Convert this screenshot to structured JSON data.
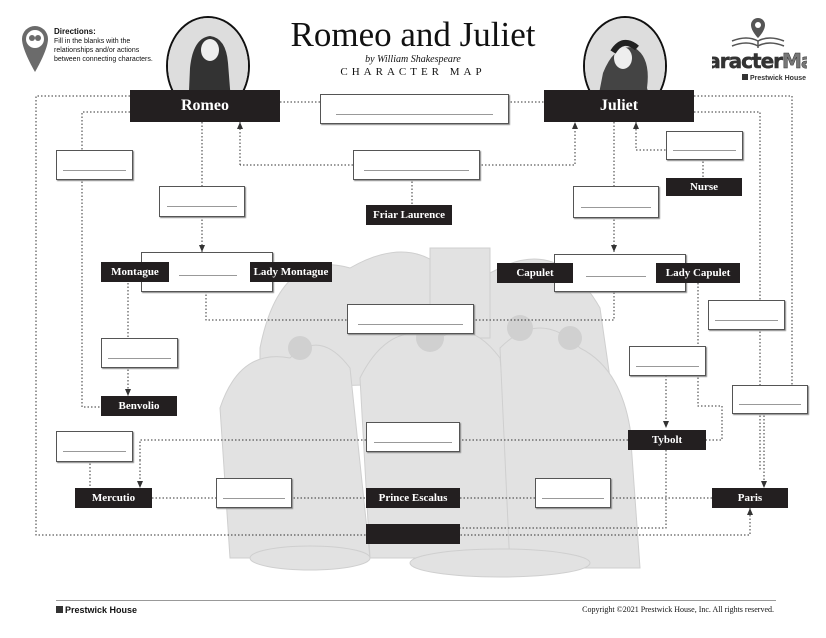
{
  "title": "Romeo and Juliet",
  "subtitle": "by William Shakespeare",
  "map_label": "Character Map",
  "directions": {
    "heading": "Directions:",
    "text": "Fill in the blanks with the relationships and/or actions between connecting characters."
  },
  "characters": {
    "romeo": "Romeo",
    "juliet": "Juliet",
    "nurse": "Nurse",
    "friar": "Friar Laurence",
    "montague": "Montague",
    "lady_montague": "Lady Montague",
    "capulet": "Capulet",
    "lady_capulet": "Lady Capulet",
    "benvolio": "Benvolio",
    "tybolt": "Tybolt",
    "mercutio": "Mercutio",
    "prince": "Prince Escalus",
    "paris": "Paris"
  },
  "logo": {
    "brand_line1": "Character",
    "brand_line2": "Maps",
    "publisher": "Prestwick House"
  },
  "footer": {
    "publisher": "Prestwick House",
    "copyright": "Copyright ©2021 Prestwick House, Inc. All rights reserved."
  },
  "colors": {
    "label_bg": "#231f20",
    "label_text": "#ffffff",
    "illustration": "#c8c8c8"
  },
  "icons": [
    "location-pin-icon",
    "house-icon",
    "book-icon"
  ]
}
